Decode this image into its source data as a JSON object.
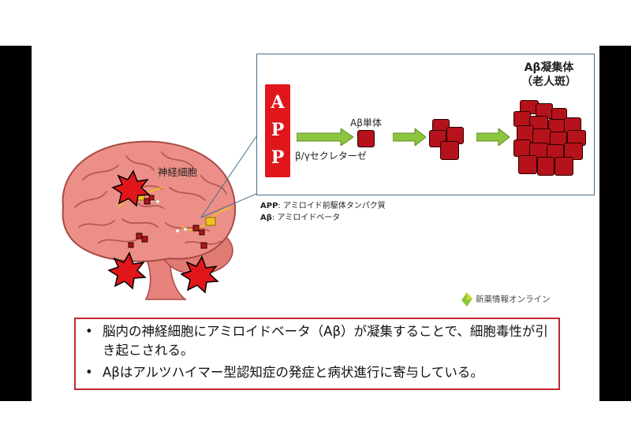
{
  "panel": {
    "app_letters": [
      "A",
      "P",
      "P"
    ],
    "enzyme_label": "β/γセクレターゼ",
    "monomer_label": "Aβ単体",
    "aggregate_label_line1": "Aβ凝集体",
    "aggregate_label_line2": "（老人斑）"
  },
  "brain": {
    "neuron_label": "神経細胞"
  },
  "legend": {
    "app_term": "APP",
    "app_desc": ": アミロイド前駆体タンパク質",
    "ab_term": "Aβ",
    "ab_desc": ": アミロイドベータ"
  },
  "brand": {
    "name": "新薬情報オンライン"
  },
  "summary": {
    "bullets": [
      "脳内の神経細胞にアミロイドベータ（Aβ）が凝集することで、細胞毒性が引き起こされる。",
      "Aβはアルツハイマー型認知症の発症と病状進行に寄与している。"
    ],
    "bullet_symbol": "•"
  },
  "colors": {
    "app_red": "#e0161b",
    "cube_red": "#b5121b",
    "arrow_green": "#8cc63f",
    "border_red": "#c0282d",
    "brain_pink": "#e8827c"
  }
}
